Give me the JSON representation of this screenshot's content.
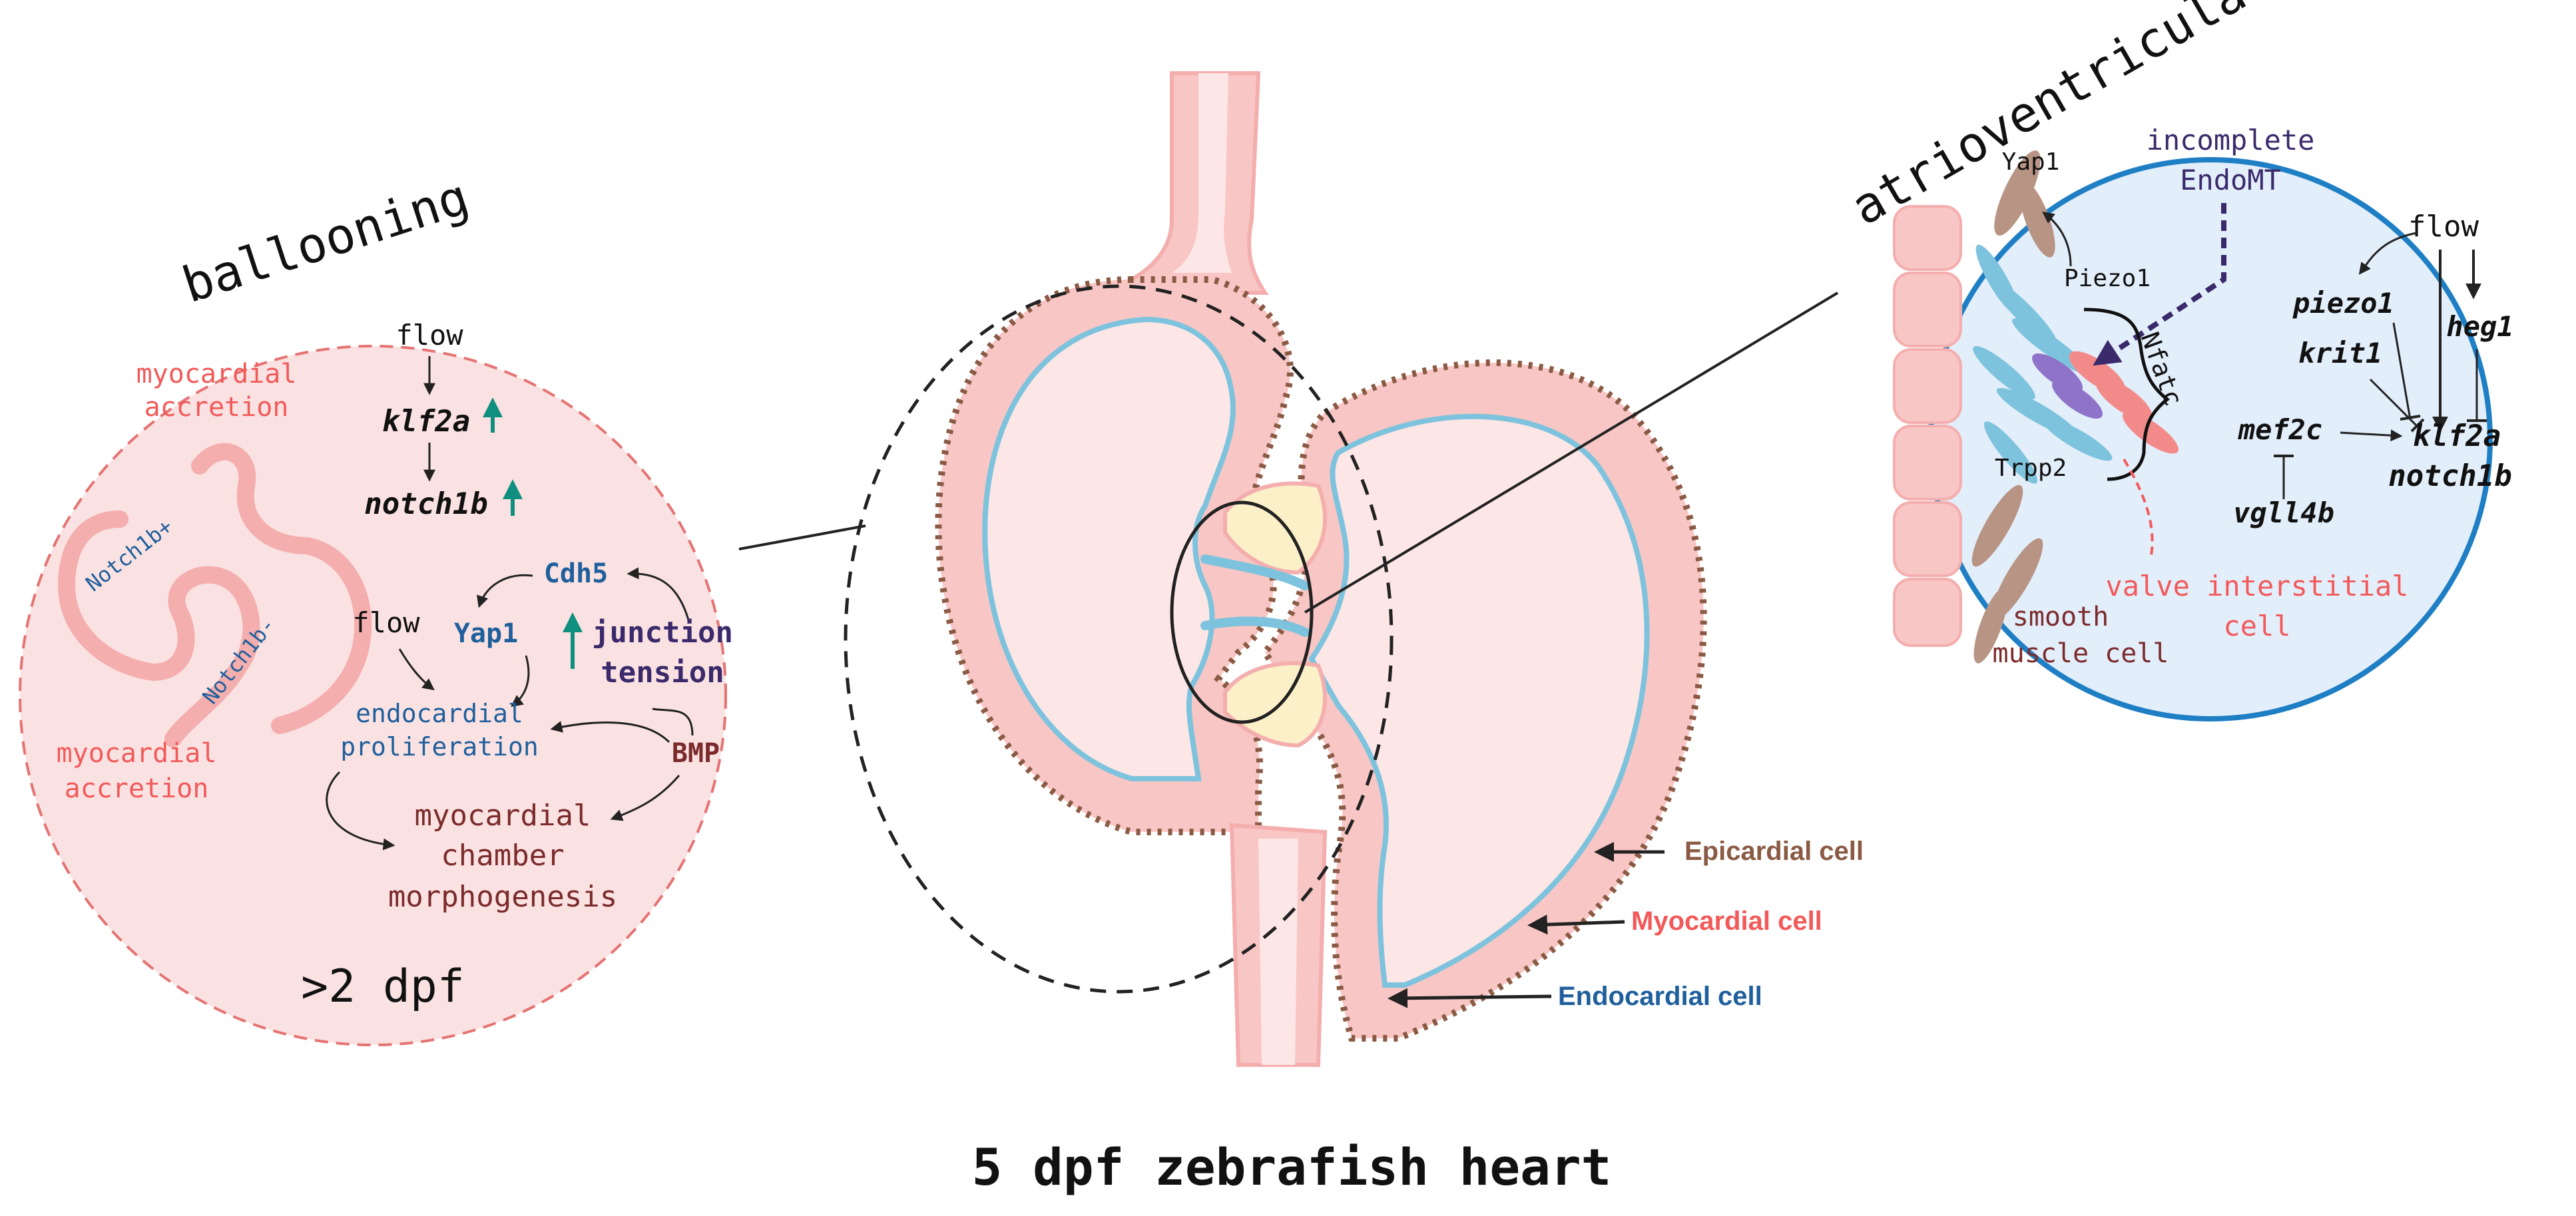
{
  "title": "5 dpf zebrafish heart",
  "colors": {
    "myocardium": "#f4aeae",
    "myocardium_fill": "#f8c6c4",
    "endocardium": "#7ec3dd",
    "epicardium": "#8a5a44",
    "valve": "#fbf0c8",
    "lumen": "#fde6e6",
    "blue_text": "#1f5f9c",
    "red_text": "#f25a5a",
    "brown_text": "#7b2b2b",
    "purple_text": "#3b2a6b",
    "teal_arrow": "#0f8f7f"
  },
  "ballooning": {
    "title": "ballooning",
    "stage": ">2 dpf",
    "myocardial_accretion_top": [
      "myocardial",
      "accretion"
    ],
    "myocardial_accretion_bottom": [
      "myocardial",
      "accretion"
    ],
    "notch_plus": "Notch1b+",
    "notch_minus": "Notch1b-",
    "flow_top": "flow",
    "klf2a": "klf2a",
    "notch1b": "notch1b",
    "cdh5": "Cdh5",
    "flow_mid": "flow",
    "yap1": "Yap1",
    "junction_tension": [
      "junction",
      "tension"
    ],
    "endocardial_proliferation": [
      "endocardial",
      "proliferation"
    ],
    "bmp": "BMP",
    "myocardial_chamber_morphogenesis": [
      "myocardial",
      "chamber",
      "morphogenesis"
    ]
  },
  "valve": {
    "title": "atrioventricular valve",
    "yap1": "Yap1",
    "incomplete_endomt": [
      "incomplete",
      "EndoMT"
    ],
    "piezo1_protein": "Piezo1",
    "nfatc": "Nfatc",
    "trpp2": "Trpp2",
    "flow": "flow",
    "piezo1_gene": "piezo1",
    "heg1": "heg1",
    "krit1": "krit1",
    "mef2c": "mef2c",
    "klf2a": "klf2a",
    "notch1b": "notch1b",
    "vgll4b": "vgll4b",
    "valve_interstitial_cell": [
      "valve interstitial",
      "cell"
    ],
    "smooth_muscle_cell": [
      "smooth",
      "muscle cell"
    ]
  },
  "heart_labels": {
    "epicardial": "Epicardial cell",
    "myocardial": "Myocardial cell",
    "endocardial": "Endocardial cell"
  }
}
